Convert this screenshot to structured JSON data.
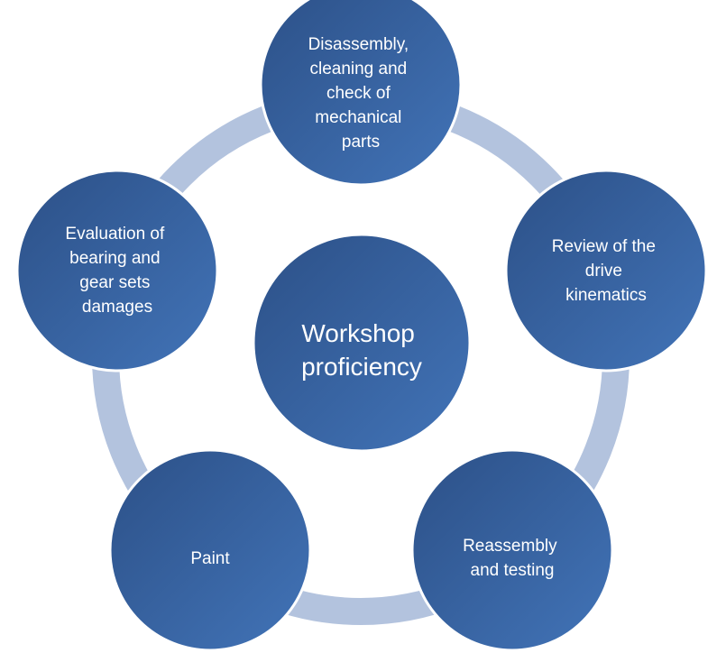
{
  "center": {
    "lines": [
      "Workshop",
      "proficiency"
    ]
  },
  "steps": [
    {
      "lines": [
        "Disassembly,",
        "cleaning and",
        "check of",
        "mechanical",
        "parts"
      ]
    },
    {
      "lines": [
        "Review of the",
        "drive",
        "kinematics"
      ]
    },
    {
      "lines": [
        "Reassembly",
        "and testing"
      ]
    },
    {
      "lines": [
        "Paint"
      ]
    },
    {
      "lines": [
        "Evaluation of",
        "bearing and",
        "gear sets",
        "damages"
      ]
    }
  ],
  "colors": {
    "node_light": "#4274B8",
    "node_dark": "#2C5087",
    "node_border": "#ffffff",
    "ring": "#B3C3DE",
    "text": "#ffffff"
  }
}
